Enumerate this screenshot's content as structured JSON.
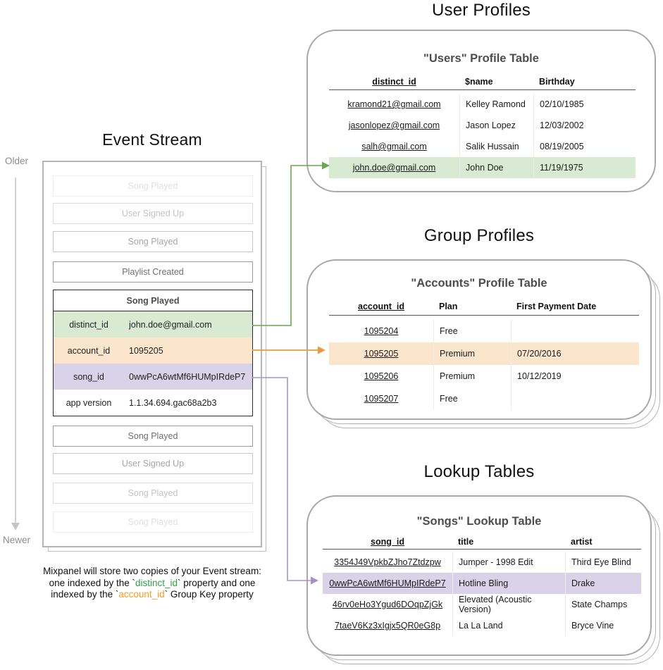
{
  "event_stream": {
    "title": "Event Stream",
    "older_label": "Older",
    "newer_label": "Newer",
    "events_before": [
      "Song Played",
      "User Signed Up",
      "Song Played",
      "Playlist Created"
    ],
    "event_detail": {
      "title": "Song Played",
      "properties": [
        {
          "key": "distinct_id",
          "value": "john.doe@gmail.com",
          "highlight": "green"
        },
        {
          "key": "account_id",
          "value": "1095205",
          "highlight": "orange"
        },
        {
          "key": "song_id",
          "value": "0wwPcA6wtMf6HUMpIRdeP7",
          "highlight": "purple"
        },
        {
          "key": "app version",
          "value": "1.1.34.694.gac68a2b3",
          "highlight": "none"
        }
      ]
    },
    "events_after": [
      "Song Played",
      "User Signed Up",
      "Song Played",
      "Song Played"
    ]
  },
  "user_profiles": {
    "section_title": "User Profiles",
    "table_title": "\"Users\" Profile Table",
    "columns": [
      "distinct_id",
      "$name",
      "Birthday"
    ],
    "rows": [
      [
        "kramond21@gmail.com",
        "Kelley Ramond",
        "02/10/1985"
      ],
      [
        "jasonlopez@gmail.com",
        "Jason Lopez",
        "12/03/2002"
      ],
      [
        "salh@gmail.com",
        "Salik Hussain",
        "08/19/2005"
      ],
      [
        "john.doe@gmail.com",
        "John Doe",
        "11/19/1975"
      ]
    ],
    "highlighted_row_index": 3
  },
  "group_profiles": {
    "section_title": "Group Profiles",
    "table_title": "\"Accounts\" Profile Table",
    "columns": [
      "account_id",
      "Plan",
      "First Payment Date"
    ],
    "rows": [
      [
        "1095204",
        "Free",
        ""
      ],
      [
        "1095205",
        "Premium",
        "07/20/2016"
      ],
      [
        "1095206",
        "Premium",
        "10/12/2019"
      ],
      [
        "1095207",
        "Free",
        ""
      ]
    ],
    "highlighted_row_index": 1
  },
  "lookup_tables": {
    "section_title": "Lookup Tables",
    "table_title": "\"Songs\" Lookup Table",
    "columns": [
      "song_id",
      "title",
      "artist"
    ],
    "rows": [
      [
        "3354J49VpkbZJho7Ztdzpw",
        "Jumper - 1998 Edit",
        "Third Eye Blind"
      ],
      [
        "0wwPcA6wtMf6HUMpIRdeP7",
        "Hotline Bling",
        "Drake"
      ],
      [
        "46rv0eHo3Ygud6DOqpZjGk",
        "Elevated (Acoustic Version)",
        "State Champs"
      ],
      [
        "7taeV6Kz3xIgjx5QR0eG8p",
        "La La Land",
        "Bryce Vine"
      ]
    ],
    "highlighted_row_index": 1
  },
  "caption": {
    "line1": "Mixpanel will store two copies of your Event stream:",
    "line2_pre": "one indexed by the `",
    "line2_code": "distinct_id",
    "line2_post": "` property and one",
    "line3_pre": "indexed by the `",
    "line3_code": "account_id",
    "line3_post": "` Group Key property"
  },
  "colors": {
    "green_row": "#d9ead3",
    "orange_row": "#fce5cd",
    "purple_row": "#d9d2e9",
    "green_accent": "#6aa84f",
    "orange_accent": "#ec9a3c",
    "purple_accent": "#a193c9",
    "caption_green": "#2e9e4c",
    "caption_orange": "#f59b22"
  }
}
